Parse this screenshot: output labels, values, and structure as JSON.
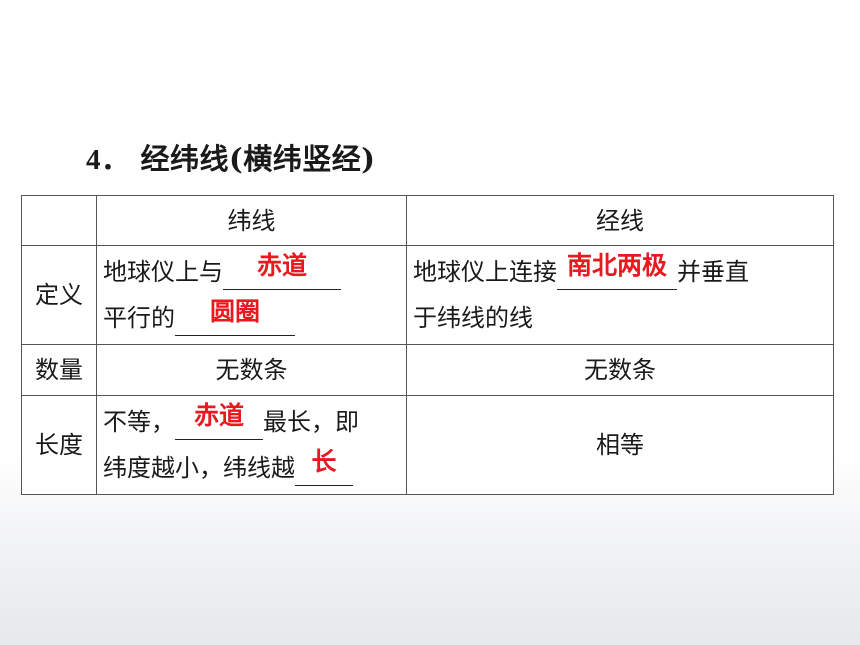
{
  "heading": {
    "number": "4．",
    "text": "经纬线(横纬竖经)"
  },
  "table": {
    "header": {
      "label": "",
      "col1": "纬线",
      "col2": "经线"
    },
    "definition": {
      "label": "定义",
      "weft_line1_prefix": "地球仪上与",
      "weft_line1_answer": "赤道",
      "weft_line2_prefix": "平行的",
      "weft_line2_answer": "圆圈",
      "warp_prefix": "地球仪上连接",
      "warp_answer": "南北两极",
      "warp_suffix": "并垂直",
      "warp_line2": "于纬线的线"
    },
    "count": {
      "label": "数量",
      "weft": "无数条",
      "warp": "无数条"
    },
    "length": {
      "label": "长度",
      "weft_line1_prefix": "不等，",
      "weft_line1_answer": "赤道",
      "weft_line1_suffix": "最长，即",
      "weft_line2_prefix": "纬度越小，纬线越",
      "weft_line2_answer": "长",
      "warp": "相等"
    }
  },
  "colors": {
    "answer": "#e8191f",
    "border": "#555555",
    "text": "#1a1a1a"
  }
}
